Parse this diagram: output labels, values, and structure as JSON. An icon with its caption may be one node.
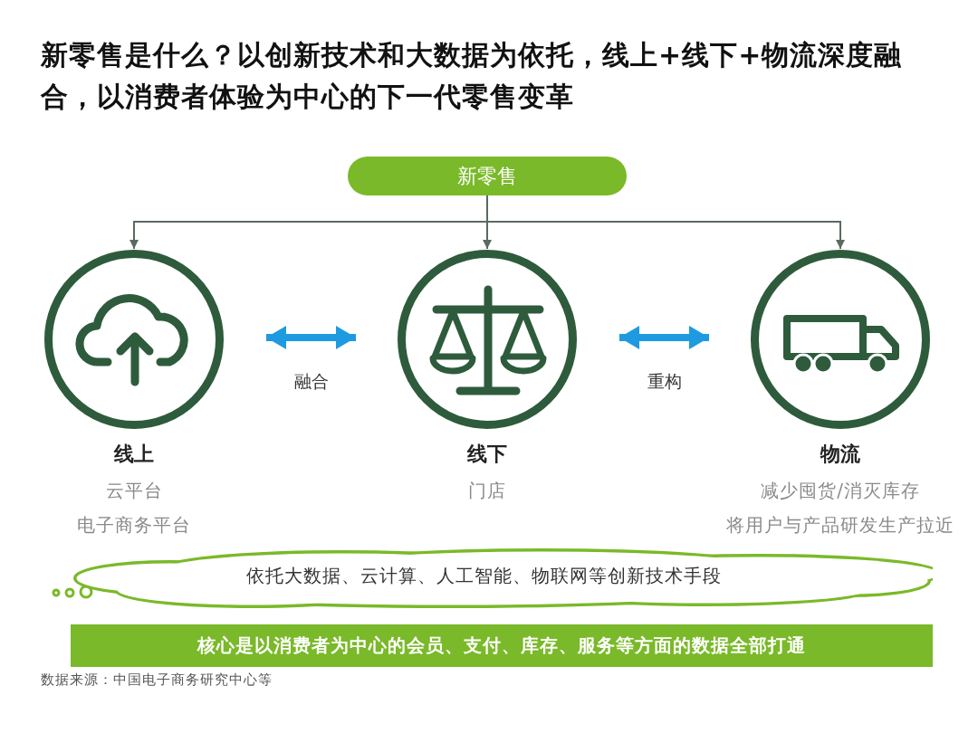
{
  "diagram": {
    "title": "新零售是什么？以创新技术和大数据为依托，线上+线下+物流深度融合，以消费者体验为中心的下一代零售变革",
    "nodes": [
      {
        "text": [
          "新零售"
        ]
      },
      {
        "text": [
          "线上"
        ],
        "beside": [
          "云平台",
          "电子商务平台"
        ]
      },
      {
        "text": [
          "线下"
        ],
        "beside": [
          "门店"
        ]
      },
      {
        "text": [
          "物流"
        ],
        "beside": [
          "减少囤货/消灭库存",
          "将用户与产品研发生产拉近"
        ]
      },
      {
        "text": [
          "依托大数据、云计算、人工智能、物联网等创新技术手段"
        ]
      },
      {
        "text": [
          "核心是以消费者为中心的会员、支付、库存、服务等方面的数据全部打通"
        ]
      }
    ],
    "edges": [
      {
        "from": 0,
        "to": 1,
        "arrow": "to"
      },
      {
        "from": 0,
        "to": 2,
        "arrow": "to"
      },
      {
        "from": 0,
        "to": 3,
        "arrow": "to"
      },
      {
        "from": 1,
        "to": 2,
        "arrow": "both",
        "label": "融合",
        "style": "thick",
        "color": "#1e9be0"
      },
      {
        "from": 2,
        "to": 3,
        "arrow": "both",
        "label": "重构",
        "style": "thick",
        "color": "#1e9be0"
      }
    ],
    "labels": [
      "数据来源：中国电子商务研究中心等"
    ]
  }
}
